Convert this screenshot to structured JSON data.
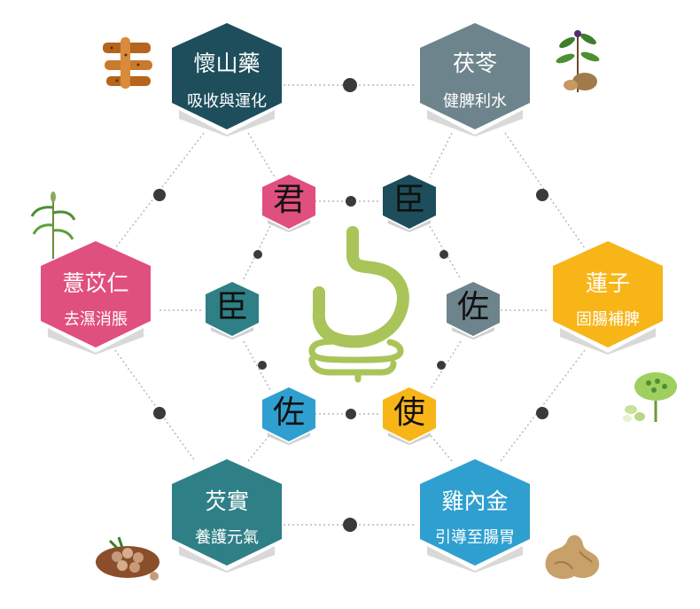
{
  "herbs": {
    "yam": {
      "name": "懷山藥",
      "effect": "吸收與運化",
      "color": "#1e4e5c"
    },
    "poria": {
      "name": "茯苓",
      "effect": "健脾利水",
      "color": "#6e848c"
    },
    "coix": {
      "name": "薏苡仁",
      "effect": "去濕消脹",
      "color": "#e0507e"
    },
    "lotus": {
      "name": "蓮子",
      "effect": "固腸補脾",
      "color": "#f7b518"
    },
    "euryale": {
      "name": "芡實",
      "effect": "養護元氣",
      "color": "#2f7f86"
    },
    "gizzard": {
      "name": "雞內金",
      "effect": "引導至腸胃",
      "color": "#2f9fd0"
    }
  },
  "roles": {
    "jun": {
      "label": "君",
      "color": "#e0507e"
    },
    "chen_top": {
      "label": "臣",
      "color": "#1e4e5c"
    },
    "chen_left": {
      "label": "臣",
      "color": "#2f7f86"
    },
    "zuo_right": {
      "label": "佐",
      "color": "#6e848c"
    },
    "zuo_bottom": {
      "label": "佐",
      "color": "#2f9fd0"
    },
    "shi": {
      "label": "使",
      "color": "#f7b518"
    }
  },
  "colors": {
    "stomach": "#a9c458",
    "connector": "#3a3a3a",
    "line": "#b8b8b8"
  },
  "icons": {
    "yam": "yam-root-icon",
    "poria": "poria-plant-icon",
    "coix": "coix-plant-icon",
    "lotus": "lotus-pod-icon",
    "euryale": "euryale-seed-icon",
    "gizzard": "ginger-root-icon",
    "center": "stomach-icon"
  }
}
